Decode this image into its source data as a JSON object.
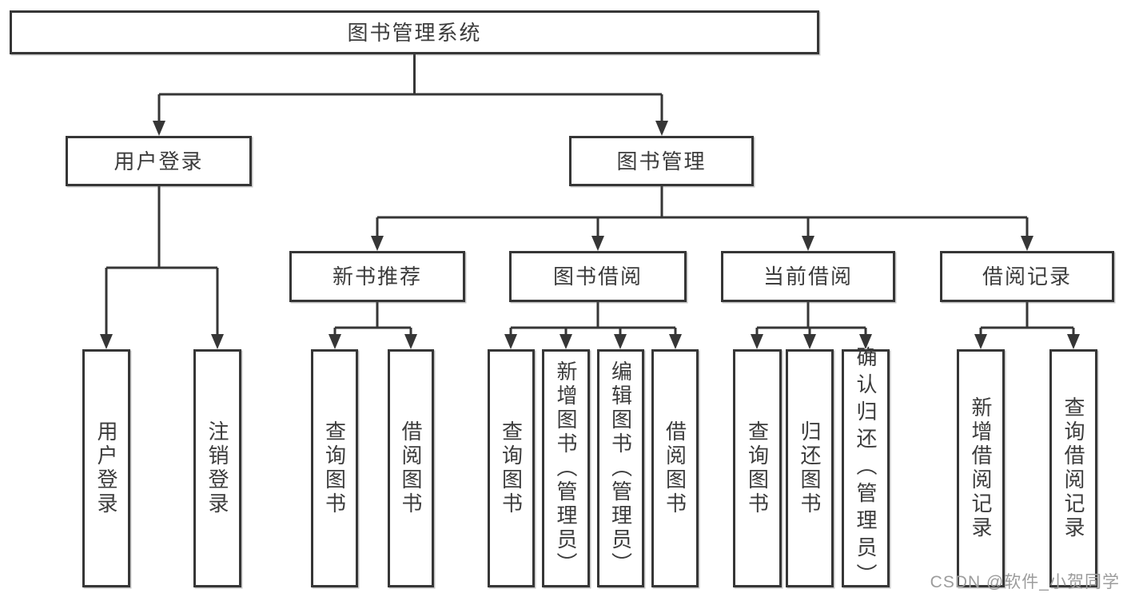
{
  "diagram": {
    "root": "图书管理系统",
    "level2": {
      "user_login": "用户登录",
      "book_mgmt": "图书管理"
    },
    "level3": {
      "new_books": "新书推荐",
      "book_borrow": "图书借阅",
      "current_borrow": "当前借阅",
      "borrow_records": "借阅记录"
    },
    "leaves": {
      "user_login": [
        "用户登录",
        "注销登录"
      ],
      "new_books": [
        "查询图书",
        "借阅图书"
      ],
      "book_borrow": [
        "查询图书",
        "新增图书（管理员）",
        "编辑图书（管理员）",
        "借阅图书"
      ],
      "current_borrow": [
        "查询图书",
        "归还图书",
        "确认归还（管理员）"
      ],
      "borrow_records": [
        "新增借阅记录",
        "查询借阅记录"
      ]
    }
  },
  "watermark": "CSDN @软件_小贺同学",
  "colors": {
    "line": "#363636",
    "text": "#3c3c3c",
    "watermark": "#9c9c9c",
    "background": "#ffffff"
  }
}
